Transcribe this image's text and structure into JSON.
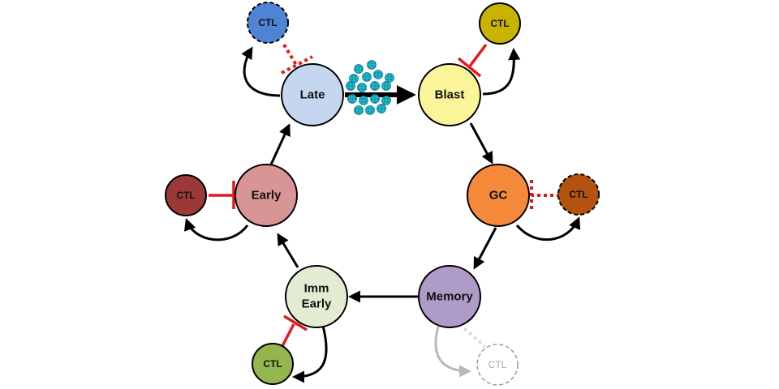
{
  "diagram": {
    "title": "CTL control across stages of infection cycle",
    "stages": [
      {
        "id": "late",
        "label": [
          "Late"
        ],
        "color": "#c5d7ee"
      },
      {
        "id": "blast",
        "label": [
          "Blast"
        ],
        "color": "#fbf59a"
      },
      {
        "id": "gc",
        "label": [
          "GC"
        ],
        "color": "#f58a3a"
      },
      {
        "id": "memory",
        "label": [
          "Memory"
        ],
        "color": "#ae9bc8"
      },
      {
        "id": "imm-early",
        "label": [
          "Imm",
          "Early"
        ],
        "color": "#e3ecd3"
      },
      {
        "id": "early",
        "label": [
          "Early"
        ],
        "color": "#d89596"
      }
    ],
    "ctl_nodes": [
      {
        "id": "ctl-late",
        "label": "CTL",
        "color": "#4f84d4",
        "border": "dashed",
        "target": "late",
        "inhibition": "dotted"
      },
      {
        "id": "ctl-blast",
        "label": "CTL",
        "color": "#c8b400",
        "border": "solid",
        "target": "blast",
        "inhibition": "solid"
      },
      {
        "id": "ctl-gc",
        "label": "CTL",
        "color": "#b3530f",
        "border": "dashed",
        "target": "gc",
        "inhibition": "dotted"
      },
      {
        "id": "ctl-memory",
        "label": "CTL",
        "color": "#ffffff",
        "border": "dashed-faded",
        "target": "memory",
        "inhibition": "faded"
      },
      {
        "id": "ctl-imm-early",
        "label": "CTL",
        "color": "#94b64e",
        "border": "solid",
        "target": "imm-early",
        "inhibition": "solid"
      },
      {
        "id": "ctl-early",
        "label": "CTL",
        "color": "#9b3838",
        "border": "solid",
        "target": "early",
        "inhibition": "solid"
      }
    ],
    "virions_color": "#1bb3c7",
    "inhibition_color": "#e31a1c"
  }
}
